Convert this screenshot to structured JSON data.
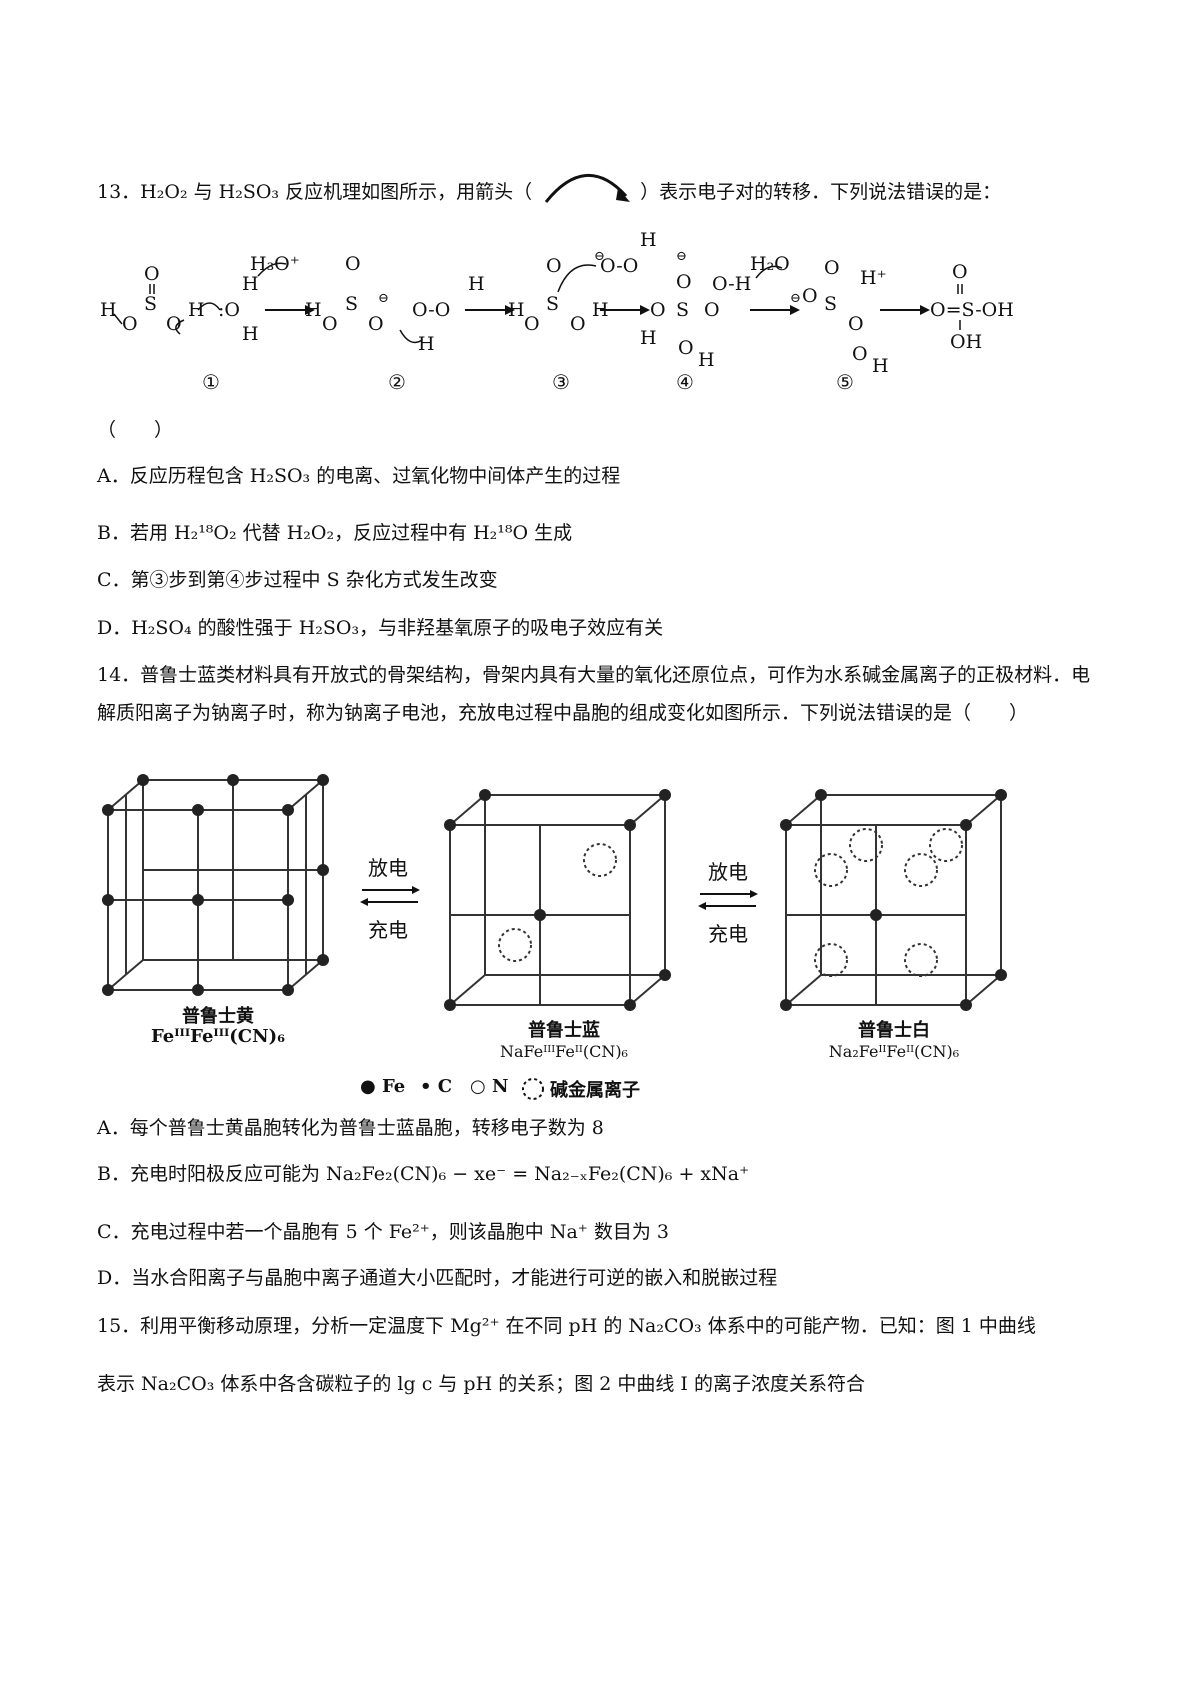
{
  "q13": {
    "stem_a": "13．H₂O₂ 与 H₂SO₃ 反应机理如图所示，用箭头（",
    "stem_b": "）表示电子对的转移．下列说法错误的是：",
    "paren": "（　　）",
    "step_labels": [
      "①",
      "②",
      "③",
      "④",
      "⑤"
    ],
    "product": "O=S-OH",
    "product_oh_top": "O",
    "product_oh_bottom": "OH",
    "h3o": "H₃O⁺",
    "h2o": "H₂O",
    "hplus": "H⁺",
    "options": [
      "A．反应历程包含 H₂SO₃ 的电离、过氧化物中间体产生的过程",
      "B．若用 H₂¹⁸O₂ 代替 H₂O₂，反应过程中有 H₂¹⁸O 生成",
      "C．第③步到第④步过程中 S 杂化方式发生改变",
      "D．H₂SO₄ 的酸性强于 H₂SO₃，与非羟基氧原子的吸电子效应有关"
    ]
  },
  "q14": {
    "stem": "14．普鲁士蓝类材料具有开放式的骨架结构，骨架内具有大量的氧化还原位点，可作为水系碱金属离子的正极材料．电解质阳离子为钠离子时，称为钠离子电池，充放电过程中晶胞的组成变化如图所示．下列说法错误的是（　　）",
    "arrow1_top": "放电",
    "arrow1_bottom": "充电",
    "arrow2_top": "放电",
    "arrow2_bottom": "充电",
    "crystal1_name": "普鲁士黄",
    "crystal1_formula": "FeᴵᴵᴵFeᴵᴵᴵ(CN)₆",
    "crystal2_name": "普鲁士蓝",
    "crystal2_formula": "NaFeᴵᴵᴵFeᴵᴵ(CN)₆",
    "crystal3_name": "普鲁士白",
    "crystal3_formula": "Na₂FeᴵᴵFeᴵᴵ(CN)₆",
    "legend": [
      "● Fe",
      "• C",
      "○ N",
      "碱金属离子"
    ],
    "options": [
      "A．每个普鲁士黄晶胞转化为普鲁士蓝晶胞，转移电子数为 8",
      "B．充电时阳极反应可能为 Na₂Fe₂(CN)₆ − xe⁻ = Na₂₋ₓFe₂(CN)₆ + xNa⁺",
      "C．充电过程中若一个晶胞有 5 个 Fe²⁺，则该晶胞中 Na⁺ 数目为 3",
      "D．当水合阳离子与晶胞中离子通道大小匹配时，才能进行可逆的嵌入和脱嵌过程"
    ]
  },
  "q15": {
    "line1": "15．利用平衡移动原理，分析一定温度下 Mg²⁺ 在不同 pH 的 Na₂CO₃ 体系中的可能产物．已知：图 1 中曲线",
    "line2": "表示 Na₂CO₃ 体系中各含碳粒子的 lg c 与 pH 的关系；图 2 中曲线 Ⅰ 的离子浓度关系符合"
  }
}
